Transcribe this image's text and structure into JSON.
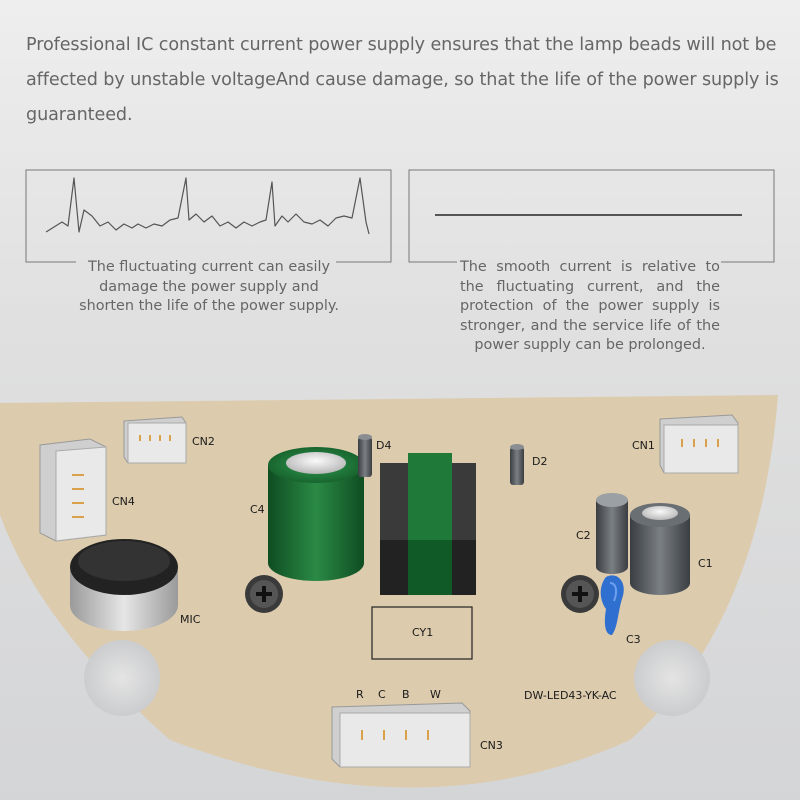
{
  "headline": "Professional IC constant current power supply ensures that the lamp beads will not be affected by unstable voltageAnd cause damage, so that the life of the power supply is guaranteed.",
  "left_panel": {
    "caption": "The fluctuating current can easily damage the power supply and shorten the life of the power supply."
  },
  "right_panel": {
    "caption": "The smooth current is relative to the fluctuating current, and the protection of the power supply is stronger, and the service life of the power supply can be prolonged."
  },
  "board": {
    "model": "DW-LED43-YK-AC",
    "labels": {
      "cn1": "CN1",
      "cn2": "CN2",
      "cn3": "CN3",
      "cn4": "CN4",
      "c1": "C1",
      "c2": "C2",
      "c3": "C3",
      "c4": "C4",
      "d2": "D2",
      "d4": "D4",
      "cy1": "CY1",
      "mic": "MIC"
    },
    "pins": [
      "R",
      "C",
      "B",
      "W"
    ],
    "colors": {
      "board": "#dccbad",
      "capacitor_green": "#1f7a3a",
      "capacitor_grey": "#555a5f",
      "blue_cap": "#2f6fd0"
    }
  }
}
